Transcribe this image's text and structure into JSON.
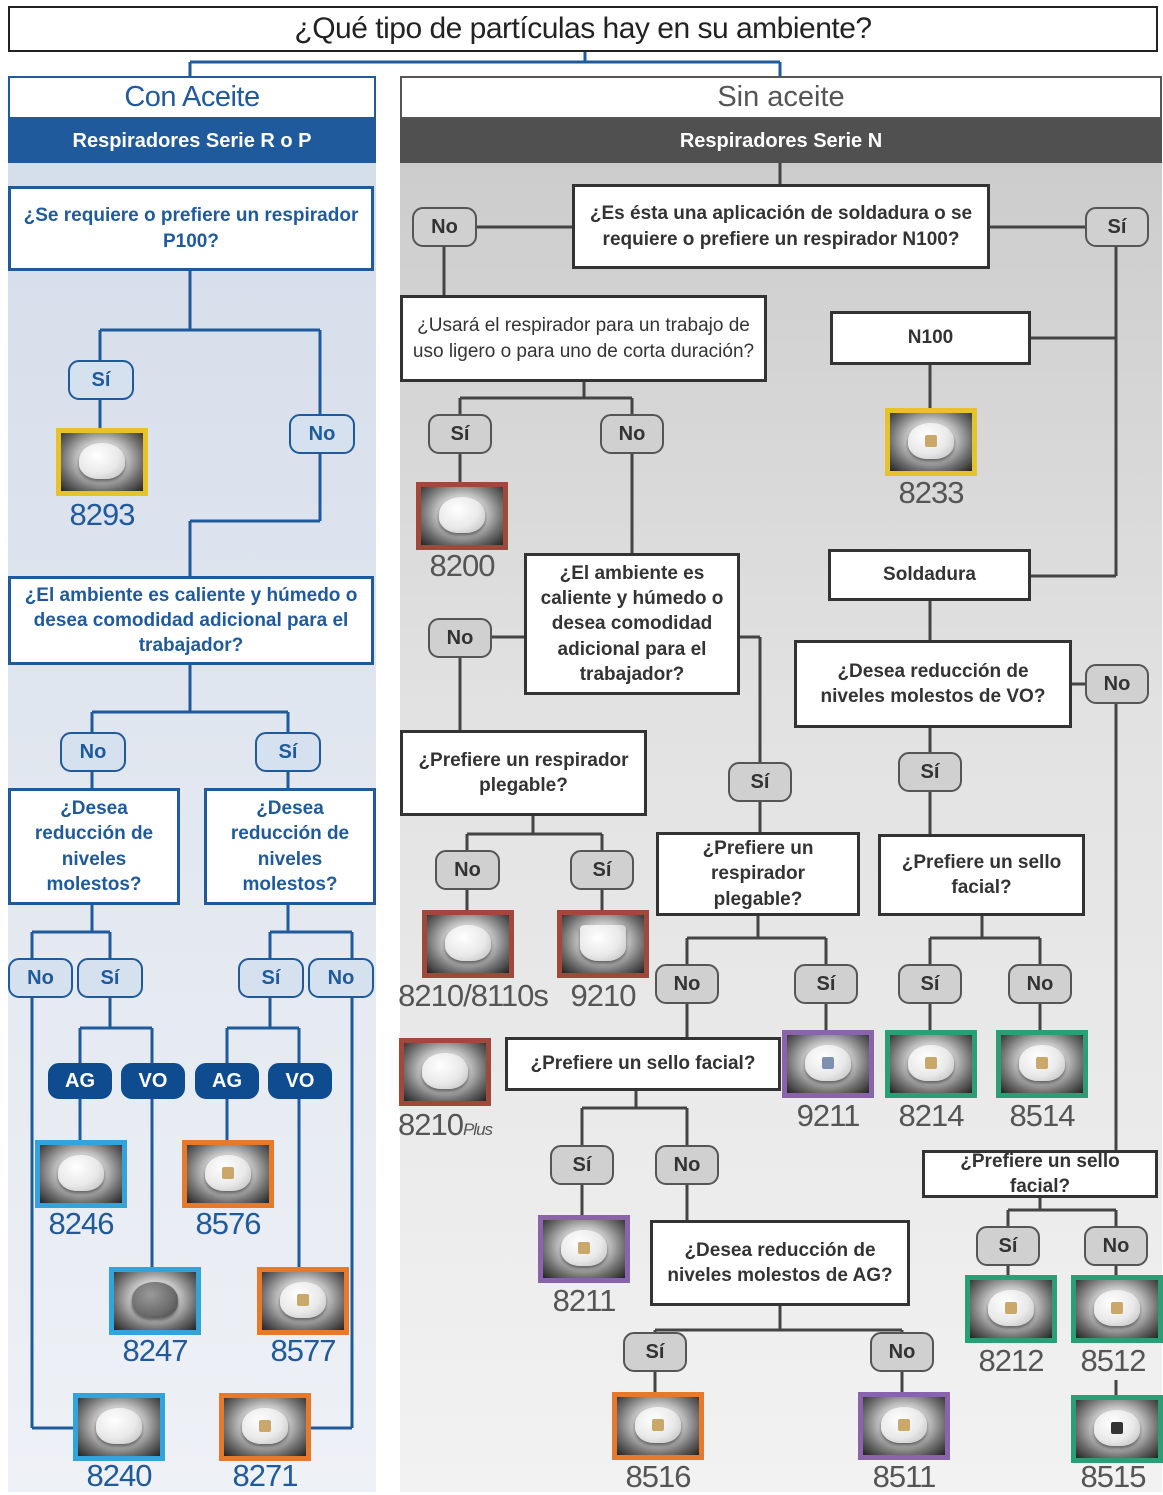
{
  "title": "¿Qué tipo de partículas hay en su ambiente?",
  "left": {
    "heading": "Con Aceite",
    "series": "Respiradores Serie R o P",
    "q_p100": "¿Se requiere o prefiere un respirador P100?",
    "q_hot": "¿El ambiente es caliente y húmedo o desea comodidad adicional para el trabajador?",
    "q_nuisance_a": "¿Desea reducción de niveles molestos?",
    "q_nuisance_b": "¿Desea reducción de niveles molestos?"
  },
  "right": {
    "heading": "Sin aceite",
    "series": "Respiradores Serie N",
    "q_weld": "¿Es ésta una aplicación de soldadura o se requiere o prefiere un respirador N100?",
    "q_light": "¿Usará el respirador para un trabajo de uso ligero o para uno de corta duración?",
    "n100": "N100",
    "soldadura": "Soldadura",
    "q_hot": "¿El ambiente es caliente y húmedo o desea comodidad adicional para el trabajador?",
    "q_fold_a": "¿Prefiere un respirador plegable?",
    "q_fold_b": "¿Prefiere un respirador plegable?",
    "q_vo": "¿Desea reducción de niveles molestos de VO?",
    "q_seal_a": "¿Prefiere un sello facial?",
    "q_seal_b": "¿Prefiere un sello facial?",
    "q_seal_c": "¿Prefiere un sello facial?",
    "q_ag": "¿Desea reducción de niveles molestos de AG?"
  },
  "labels": {
    "yes": "Sí",
    "no": "No",
    "ag": "AG",
    "vo": "VO"
  },
  "models": {
    "m8293": "8293",
    "m8246": "8246",
    "m8247": "8247",
    "m8240": "8240",
    "m8576": "8576",
    "m8577": "8577",
    "m8271": "8271",
    "m8233": "8233",
    "m8200": "8200",
    "m8210": "8210/8110s",
    "m9210": "9210",
    "m8210plus": "8210",
    "plus": "Plus",
    "m9211": "9211",
    "m8214": "8214",
    "m8514": "8514",
    "m8211": "8211",
    "m8516": "8516",
    "m8511": "8511",
    "m8212": "8212",
    "m8512": "8512",
    "m8515": "8515"
  },
  "colors": {
    "blue": "#1f5a9c",
    "dark_blue": "#0f4c8f",
    "gold": "#e8c22a",
    "red_brown": "#a0483c",
    "light_blue": "#33a3dc",
    "orange": "#e77a2a",
    "purple": "#8a64aa",
    "green": "#2a9e75",
    "gray": "#555555"
  }
}
